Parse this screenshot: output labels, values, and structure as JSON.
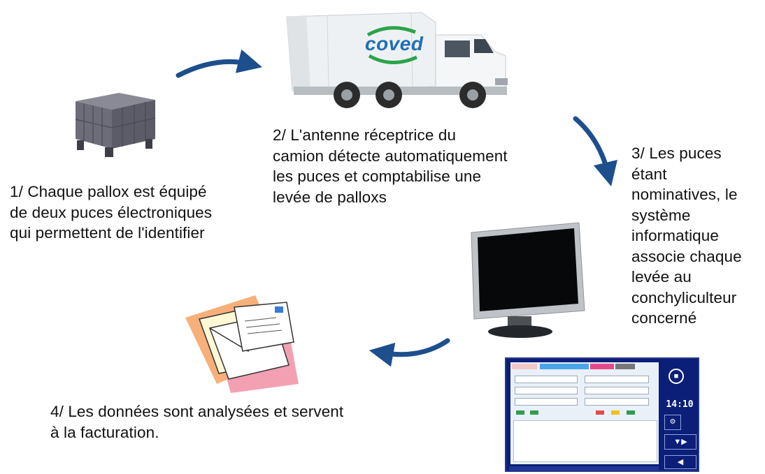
{
  "steps": [
    {
      "lines": [
        "1/ Chaque pallox est équipé",
        "de deux puces électroniques",
        "qui permettent de l'identifier"
      ]
    },
    {
      "lines": [
        "2/ L'antenne réceptrice du",
        "camion détecte automatiquement",
        "les puces et comptabilise une",
        "levée de palloxs"
      ]
    },
    {
      "lines": [
        "3/ Les puces",
        "étant",
        "nominatives, le",
        "système",
        "informatique",
        "associe chaque",
        "levée au",
        "conchyliculteur",
        "concerné"
      ]
    },
    {
      "lines": [
        "4/ Les données sont analysées et servent",
        "à la facturation."
      ]
    }
  ],
  "truck_logo": "coved",
  "terminal": {
    "clock": "14:10"
  },
  "colors": {
    "arrow": "#1d4f8c",
    "logo_text": "#1f6fb5",
    "logo_swoosh": "#2ba34a"
  }
}
